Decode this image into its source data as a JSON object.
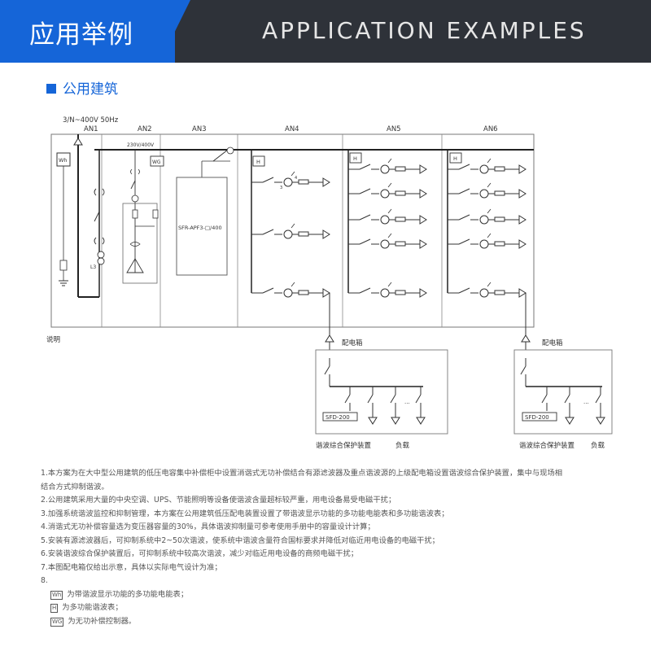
{
  "header": {
    "title_cn": "应用举例",
    "title_en": "APPLICATION EXAMPLES",
    "colors": {
      "left_bg": "#1565d8",
      "right_bg": "#2e3239"
    }
  },
  "section": {
    "title": "公用建筑"
  },
  "diagram": {
    "supply": "3/N~400V 50Hz",
    "cabinets": [
      "AN1",
      "AN2",
      "AN3",
      "AN4",
      "AN5",
      "AN6"
    ],
    "an2_voltage": "230V/400V",
    "an3_device": "SFR-APF3-□/400",
    "meter_wh": "Wh",
    "meter_h": "H",
    "meter_wg": "WG",
    "label_l3": "L3",
    "caption": "说明",
    "box_title": "配电箱",
    "device": "SFD-200",
    "device_caption": "谐波综合保护装置",
    "load_caption": "负载",
    "ellipsis": "...",
    "mark_4": "4",
    "mark_3": "3"
  },
  "notes": {
    "lines": [
      "1.本方案为在大中型公用建筑的低压电容集中补偿柜中设置消谐式无功补偿结合有源滤波器及重点谐波源的上级配电箱设置谐波综合保护装置，集中与现场相",
      "结合方式抑制谐波。",
      "2.公用建筑采用大量的中央空调、UPS、节能照明等设备使谐波含量超标较严重，用电设备易受电磁干扰；",
      "3.加强系统谐波监控和抑制管理，本方案在公用建筑低压配电装置设置了带谐波显示功能的多功能电能表和多功能谐波表；",
      "4.消谐式无功补偿容量选为变压器容量的30%，具体谐波抑制量可参考使用手册中的容量设计计算；",
      "5.安装有源滤波器后，可抑制系统中2~50次谐波，使系统中谐波含量符合国标要求并降低对临近用电设备的电磁干扰；",
      "6.安装谐波综合保护装置后，可抑制系统中较高次谐波，减少对临近用电设备的商频电磁干扰；",
      "7.本图配电箱仅给出示意，具体以实际电气设计为准；",
      "8."
    ],
    "legend": [
      {
        "icon": "Wh",
        "text": "为带谐波显示功能的多功能电能表；"
      },
      {
        "icon": "H",
        "text": "为多功能谐波表；"
      },
      {
        "icon": "WG",
        "text": "为无功补偿控制器。"
      }
    ]
  }
}
